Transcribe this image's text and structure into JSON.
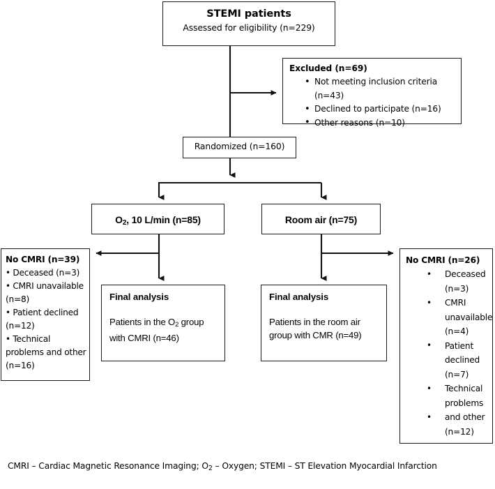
{
  "diagram": {
    "type": "consort-flow-diagram",
    "enrollment": {
      "title": "STEMI patients",
      "subtitle": "Assessed for eligibility (n=229)",
      "n_assessed": 229
    },
    "excluded": {
      "header": "Excluded (n=69)",
      "n_total": 69,
      "reasons": [
        "Not meeting inclusion criteria (n=43)",
        "Declined to participate (n=16)",
        "Other reasons (n=10)"
      ]
    },
    "randomized": {
      "label": "Randomized (n=160)",
      "n": 160
    },
    "arms": [
      {
        "id": "oxygen",
        "label_pre": "O",
        "label_sub": "2",
        "label_post": ", 10 L/min (n=85)",
        "n": 85
      },
      {
        "id": "room-air",
        "label_pre": "Room air (n=75)",
        "label_sub": "",
        "label_post": "",
        "n": 75
      }
    ],
    "no_cmri_left": {
      "header": "No CMRI (n=39)",
      "n_total": 39,
      "items": [
        "Deceased (n=3)",
        "CMRI unavailable (n=8)",
        "Patient declined (n=12)",
        "Technical problems and other (n=16)"
      ]
    },
    "no_cmri_right": {
      "header": "No CMRI (n=26)",
      "n_total": 26,
      "items": [
        "Deceased (n=3)",
        "CMRI unavailable (n=4)",
        "Patient declined (n=7)",
        "Technical problems",
        "and other (n=12)"
      ]
    },
    "final_left": {
      "header": "Final analysis",
      "body_pre": "Patients in the O",
      "body_sub": "2",
      "body_post": " group with CMRI (n=46)",
      "n": 46
    },
    "final_right": {
      "header": "Final analysis",
      "body_pre": "Patients in the room air group with CMR (n=49)",
      "body_sub": "",
      "body_post": "",
      "n": 49
    },
    "footnote": {
      "part1": "CMRI – Cardiac Magnetic Resonance Imaging; O",
      "sub": "2",
      "part2": " – Oxygen; STEMI – ST Elevation Myocardial Infarction"
    },
    "colors": {
      "stroke": "#1a1a1a",
      "background": "#ffffff",
      "text": "#000000"
    }
  }
}
